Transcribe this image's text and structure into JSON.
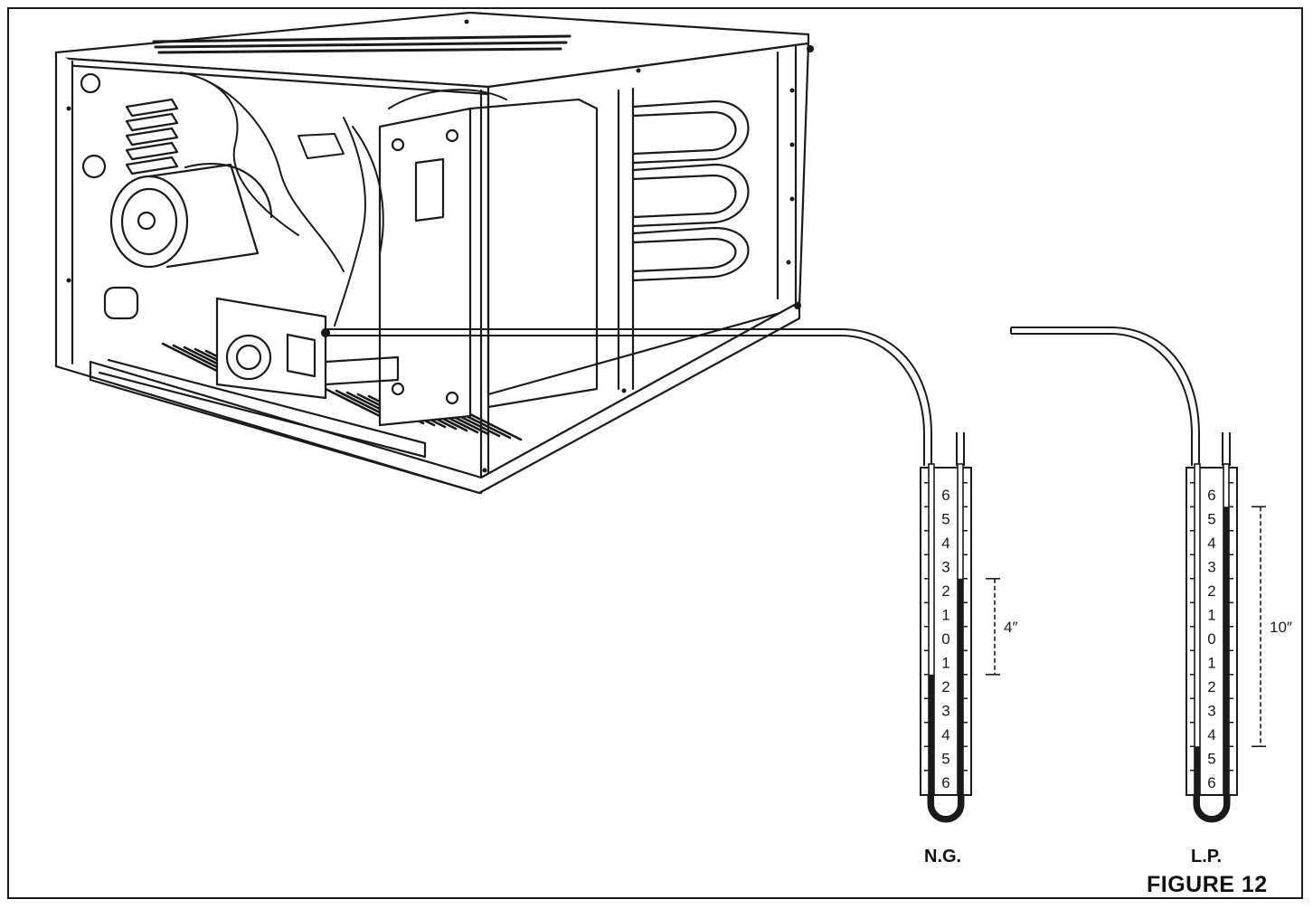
{
  "figure": {
    "caption": "FIGURE 12"
  },
  "manometers": [
    {
      "label": "N.G.",
      "measurement": "4″",
      "scale_top": [
        "6",
        "5",
        "4",
        "3",
        "2",
        "1"
      ],
      "scale_mid": "0",
      "scale_bottom": [
        "1",
        "2",
        "3",
        "4",
        "5",
        "6"
      ],
      "left_column_fill_from": "2",
      "right_column_fill_to": "2"
    },
    {
      "label": "L.P.",
      "measurement": "10″",
      "scale_top": [
        "6",
        "5",
        "4",
        "3",
        "2",
        "1"
      ],
      "scale_mid": "0",
      "scale_bottom": [
        "1",
        "2",
        "3",
        "4",
        "5",
        "6"
      ],
      "left_column_fill_from": "5",
      "right_column_fill_to": "5"
    }
  ],
  "colors": {
    "line": "#1a1a1a",
    "fill_liquid": "#1a1a1a",
    "background": "#ffffff"
  }
}
